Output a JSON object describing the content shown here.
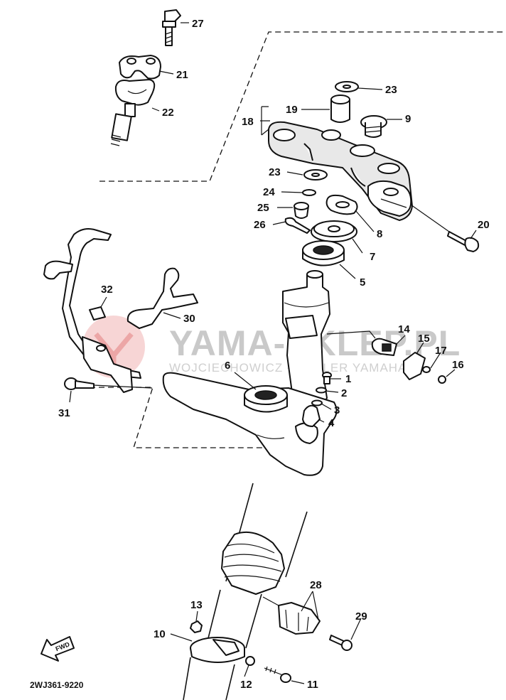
{
  "watermark": {
    "main": "YAMA-SKLEP.PL",
    "sub": "WOJCIECHOWICZ - DEALER YAMAHA",
    "color": "#e57373"
  },
  "diagram_code": "2WJ361-9220",
  "fwd_label": "FWD",
  "callouts": {
    "p1": "1",
    "p2": "2",
    "p3": "3",
    "p4": "4",
    "p5": "5",
    "p6": "6",
    "p7": "7",
    "p8": "8",
    "p9": "9",
    "p10": "10",
    "p11": "11",
    "p12": "12",
    "p13": "13",
    "p14": "14",
    "p15": "15",
    "p16": "16",
    "p17": "17",
    "p18": "18",
    "p19": "19",
    "p20": "20",
    "p21": "21",
    "p22": "22",
    "p23a": "23",
    "p23b": "23",
    "p24": "24",
    "p25": "25",
    "p26": "26",
    "p27": "27",
    "p28": "28",
    "p29": "29",
    "p30": "30",
    "p31": "31",
    "p32": "32"
  }
}
